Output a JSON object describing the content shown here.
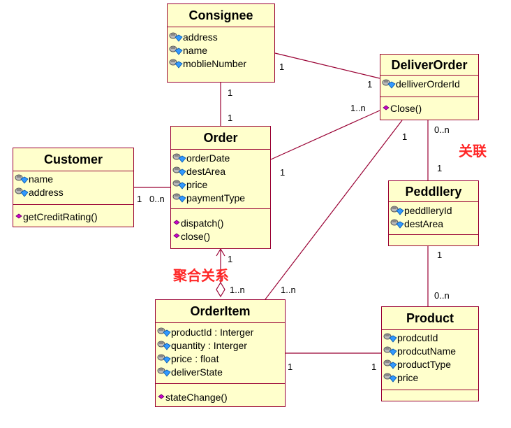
{
  "classes": {
    "consignee": {
      "name": "Consignee",
      "attributes": [
        "address",
        "name",
        "moblieNumber"
      ]
    },
    "deliver_order": {
      "name": "DeliverOrder",
      "attributes": [
        "delliverOrderId"
      ],
      "operations": [
        "Close()"
      ]
    },
    "order": {
      "name": "Order",
      "attributes": [
        "orderDate",
        "destArea",
        "price",
        "paymentType"
      ],
      "operations": [
        "dispatch()",
        "close()"
      ]
    },
    "customer": {
      "name": "Customer",
      "attributes": [
        "name",
        "address"
      ],
      "operations": [
        "getCreditRating()"
      ]
    },
    "peddllery": {
      "name": "Peddllery",
      "attributes": [
        "peddlleryId",
        "destArea"
      ]
    },
    "order_item": {
      "name": "OrderItem",
      "attributes": [
        "productId : Interger",
        "quantity : Interger",
        "price : float",
        "deliverState"
      ],
      "operations": [
        "stateChange()"
      ]
    },
    "product": {
      "name": "Product",
      "attributes": [
        "prodcutId",
        "prodcutName",
        "productType",
        "price"
      ]
    }
  },
  "multiplicities": {
    "consignee_deliver_consignee_end": "1",
    "consignee_deliver_deliver_end": "1",
    "consignee_order_consignee_end": "1",
    "consignee_order_order_end": "1",
    "order_deliver_deliver_end": "1..n",
    "order_deliver_order_end": "1",
    "customer_order_customer_end": "1",
    "customer_order_order_end": "0..n",
    "deliver_peddllery_deliver_end": "0..n",
    "deliver_peddllery_peddllery_end": "1",
    "deliver_orderitem_deliver_end": "1",
    "deliver_orderitem_orderitem_end": "1..n",
    "order_orderitem_order_end": "1",
    "order_orderitem_orderitem_end": "1..n",
    "peddllery_product_peddllery_end": "1",
    "peddllery_product_product_end": "0..n",
    "orderitem_product_orderitem_end": "1",
    "orderitem_product_product_end": "1"
  },
  "annotations": {
    "association": "关联",
    "aggregation": "聚合关系"
  },
  "colors": {
    "class_fill": "#ffffcc",
    "class_border": "#990033",
    "line": "#990033",
    "annotation": "#ff2626",
    "attribute_icon": "#3399ff",
    "operation_icon": "#cc00cc"
  }
}
